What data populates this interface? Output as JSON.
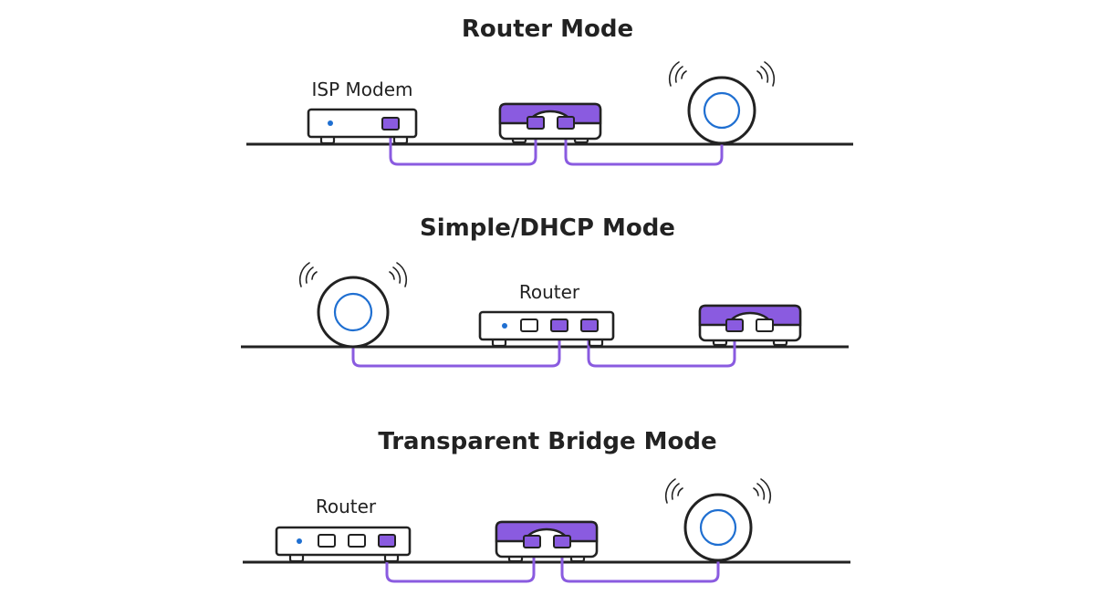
{
  "colors": {
    "accent": "#8a5be0",
    "led": "#1f6fd1",
    "outline": "#222222"
  },
  "sections": [
    {
      "title": "Router Mode",
      "devices": [
        {
          "label": "ISP Modem",
          "icon": "modem-icon"
        },
        {
          "label": "",
          "icon": "highlighted-router-icon"
        },
        {
          "label": "",
          "icon": "access-point-icon"
        }
      ]
    },
    {
      "title": "Simple/DHCP Mode",
      "devices": [
        {
          "label": "",
          "icon": "access-point-icon"
        },
        {
          "label": "Router",
          "icon": "router-icon"
        },
        {
          "label": "",
          "icon": "highlighted-router-icon"
        }
      ]
    },
    {
      "title": "Transparent Bridge Mode",
      "devices": [
        {
          "label": "Router",
          "icon": "router-icon"
        },
        {
          "label": "",
          "icon": "highlighted-router-icon"
        },
        {
          "label": "",
          "icon": "access-point-icon"
        }
      ]
    }
  ]
}
